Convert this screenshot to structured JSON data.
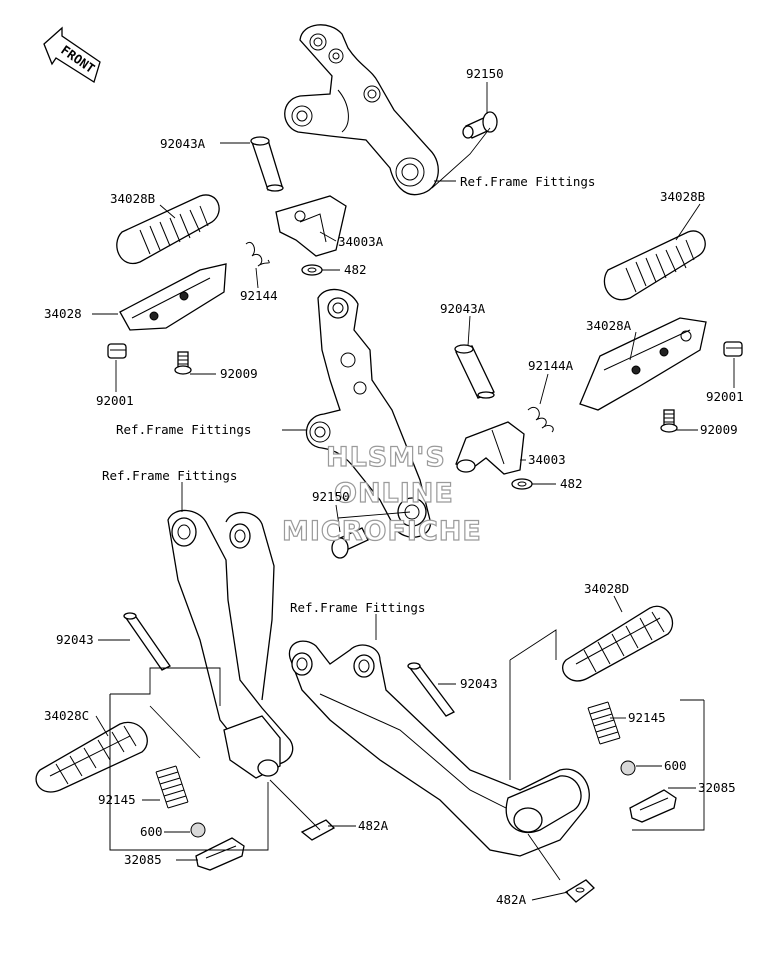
{
  "front_badge": "FRONT",
  "labels": {
    "p92150_top": "92150",
    "p92043A_top": "92043A",
    "ref_frame_1": "Ref.Frame Fittings",
    "p34028B_left": "34028B",
    "p34028B_right": "34028B",
    "p34003A": "34003A",
    "p482_top": "482",
    "p92144": "92144",
    "p34028": "34028",
    "p92001_left": "92001",
    "p92009_left": "92009",
    "p92043A_mid": "92043A",
    "p34028A": "34028A",
    "p92144A": "92144A",
    "p92001_right": "92001",
    "ref_frame_2": "Ref.Frame Fittings",
    "p92009_right": "92009",
    "p34003": "34003",
    "ref_frame_3": "Ref.Frame Fittings",
    "p482_mid": "482",
    "p92150_mid": "92150",
    "p34028D": "34028D",
    "ref_frame_4": "Ref.Frame Fittings",
    "p92043_left": "92043",
    "p92043_right": "92043",
    "p34028C": "34028C",
    "p92145_right": "92145",
    "p600_right": "600",
    "p32085_right": "32085",
    "p92145_left": "92145",
    "p482A_mid": "482A",
    "p600_left": "600",
    "p32085_left": "32085",
    "p482A_bottom": "482A"
  },
  "watermark": [
    "HLSM'S",
    "ONLINE",
    "MICROFICHE"
  ]
}
